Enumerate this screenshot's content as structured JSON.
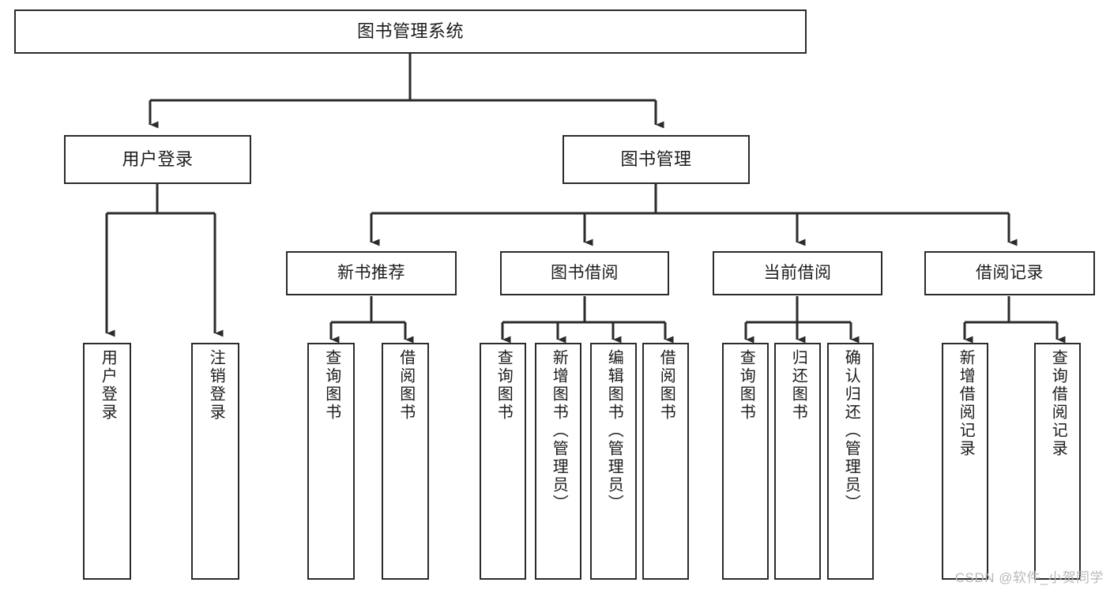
{
  "diagram": {
    "title": "图书管理系统",
    "type": "hierarchy-tree",
    "watermark": "CSDN @软件_小贺同学",
    "colors": {
      "stroke": "#2b2b2b",
      "fill": "#ffffff",
      "text": "#1c1c1c",
      "watermark": "#b9b9b9"
    },
    "nodes": {
      "root": {
        "label": "图书管理系统"
      },
      "level1": [
        {
          "id": "user-login",
          "label": "用户登录"
        },
        {
          "id": "book-management",
          "label": "图书管理"
        }
      ],
      "level2": [
        {
          "id": "new-book-recommend",
          "label": "新书推荐"
        },
        {
          "id": "book-borrow",
          "label": "图书借阅"
        },
        {
          "id": "current-borrow",
          "label": "当前借阅"
        },
        {
          "id": "borrow-record",
          "label": "借阅记录"
        }
      ],
      "leaves": {
        "user-login": [
          {
            "id": "leaf-user-login",
            "label": "用户登录"
          },
          {
            "id": "leaf-logout-login",
            "label": "注销登录"
          }
        ],
        "new-book-recommend": [
          {
            "id": "leaf-query-book-1",
            "label": "查询图书"
          },
          {
            "id": "leaf-borrow-book-1",
            "label": "借阅图书"
          }
        ],
        "book-borrow": [
          {
            "id": "leaf-query-book-2",
            "label": "查询图书"
          },
          {
            "id": "leaf-add-book",
            "label": "新增图书（管理员）"
          },
          {
            "id": "leaf-edit-book",
            "label": "编辑图书（管理员）"
          },
          {
            "id": "leaf-borrow-book-2",
            "label": "借阅图书"
          }
        ],
        "current-borrow": [
          {
            "id": "leaf-query-book-3",
            "label": "查询图书"
          },
          {
            "id": "leaf-return-book",
            "label": "归还图书"
          },
          {
            "id": "leaf-confirm-return",
            "label": "确认归还（管理员）"
          }
        ],
        "borrow-record": [
          {
            "id": "leaf-add-record",
            "label": "新增借阅记录"
          },
          {
            "id": "leaf-query-record",
            "label": "查询借阅记录"
          }
        ]
      }
    }
  }
}
